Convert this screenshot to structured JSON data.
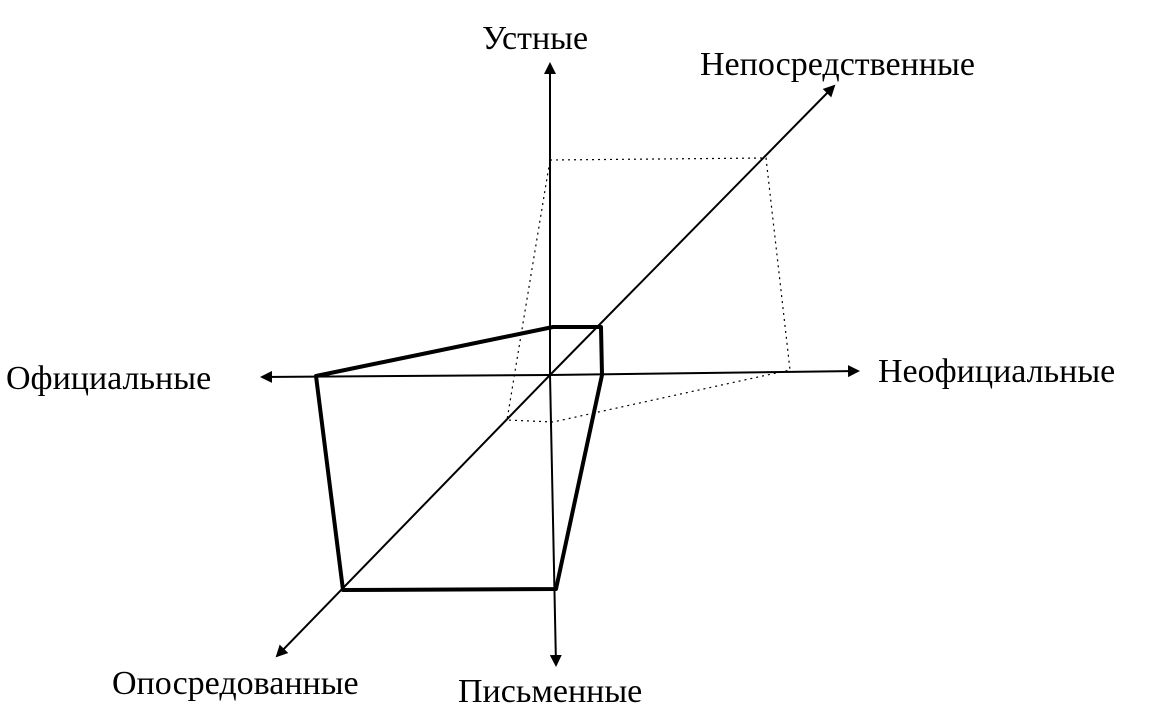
{
  "axes": {
    "oral": "Устные",
    "direct": "Непосредственные",
    "official": "Официальные",
    "unofficial": "Неофициальные",
    "mediated": "Опосредованные",
    "written": "Письменные"
  },
  "colors": {
    "ink": "#000000",
    "background": "#ffffff"
  }
}
